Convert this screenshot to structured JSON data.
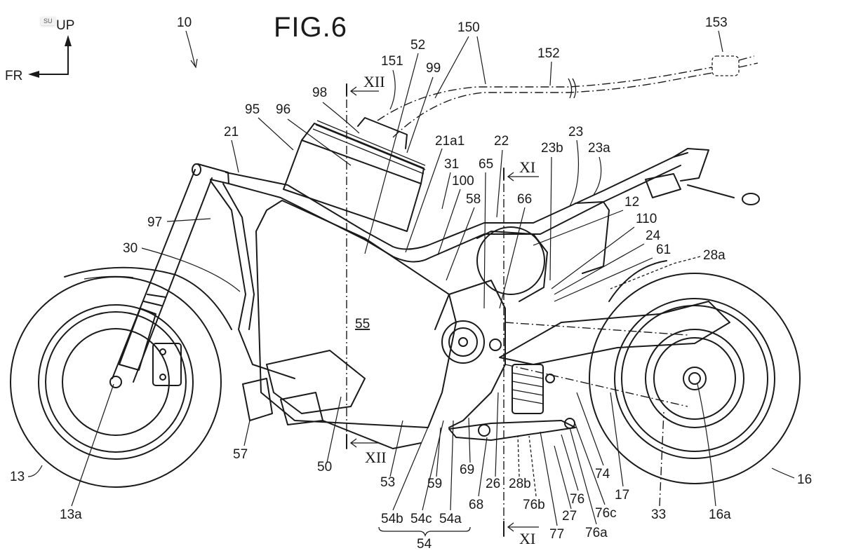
{
  "figure": {
    "title": "FIG.6",
    "badge": "SU",
    "orientation": {
      "up_label": "UP",
      "front_label": "FR"
    },
    "overall_ref": "10",
    "section_marks": {
      "upper": "XII",
      "lower": "XII",
      "upper_right": "XI",
      "lower_right": "XI"
    },
    "underlined_ref": "55"
  },
  "labels": [
    {
      "id": "150",
      "text": "150"
    },
    {
      "id": "151",
      "text": "151"
    },
    {
      "id": "152",
      "text": "152"
    },
    {
      "id": "153",
      "text": "153"
    },
    {
      "id": "52",
      "text": "52"
    },
    {
      "id": "99",
      "text": "99"
    },
    {
      "id": "98",
      "text": "98"
    },
    {
      "id": "95",
      "text": "95"
    },
    {
      "id": "96",
      "text": "96"
    },
    {
      "id": "21",
      "text": "21"
    },
    {
      "id": "21a1",
      "text": "21a1"
    },
    {
      "id": "22",
      "text": "22"
    },
    {
      "id": "23",
      "text": "23"
    },
    {
      "id": "23b",
      "text": "23b"
    },
    {
      "id": "23a",
      "text": "23a"
    },
    {
      "id": "31",
      "text": "31"
    },
    {
      "id": "65",
      "text": "65"
    },
    {
      "id": "100",
      "text": "100"
    },
    {
      "id": "58",
      "text": "58"
    },
    {
      "id": "66",
      "text": "66"
    },
    {
      "id": "12",
      "text": "12"
    },
    {
      "id": "110",
      "text": "110"
    },
    {
      "id": "24",
      "text": "24"
    },
    {
      "id": "61",
      "text": "61"
    },
    {
      "id": "28a",
      "text": "28a"
    },
    {
      "id": "97",
      "text": "97"
    },
    {
      "id": "30",
      "text": "30"
    },
    {
      "id": "57",
      "text": "57"
    },
    {
      "id": "50",
      "text": "50"
    },
    {
      "id": "53",
      "text": "53"
    },
    {
      "id": "59",
      "text": "59"
    },
    {
      "id": "69",
      "text": "69"
    },
    {
      "id": "68",
      "text": "68"
    },
    {
      "id": "26",
      "text": "26"
    },
    {
      "id": "28b",
      "text": "28b"
    },
    {
      "id": "76b",
      "text": "76b"
    },
    {
      "id": "77",
      "text": "77"
    },
    {
      "id": "27",
      "text": "27"
    },
    {
      "id": "76",
      "text": "76"
    },
    {
      "id": "76a",
      "text": "76a"
    },
    {
      "id": "76c",
      "text": "76c"
    },
    {
      "id": "74",
      "text": "74"
    },
    {
      "id": "17",
      "text": "17"
    },
    {
      "id": "33",
      "text": "33"
    },
    {
      "id": "16a",
      "text": "16a"
    },
    {
      "id": "16",
      "text": "16"
    },
    {
      "id": "13",
      "text": "13"
    },
    {
      "id": "13a",
      "text": "13a"
    },
    {
      "id": "54b",
      "text": "54b"
    },
    {
      "id": "54c",
      "text": "54c"
    },
    {
      "id": "54a",
      "text": "54a"
    },
    {
      "id": "54",
      "text": "54"
    }
  ]
}
